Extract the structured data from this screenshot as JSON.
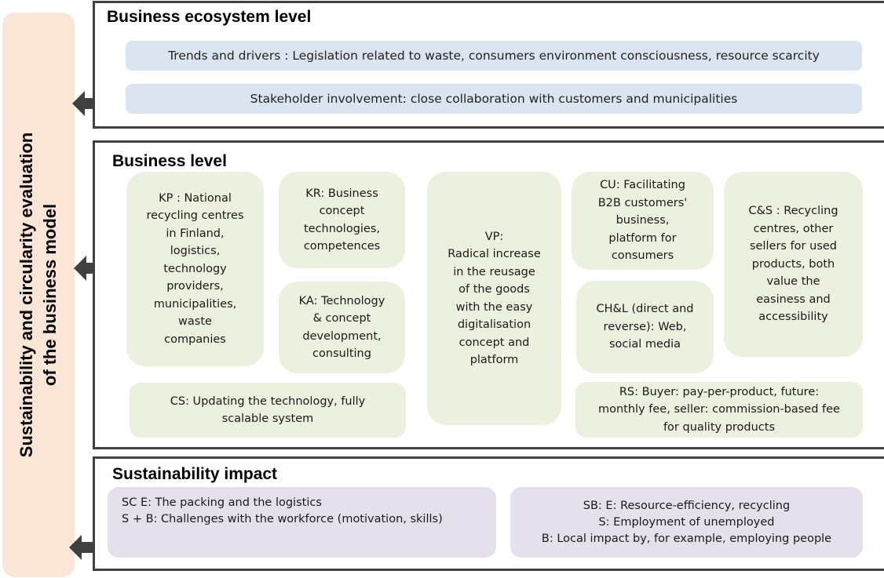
{
  "side_label": "Sustainability and circularity evaluation\nof the business model",
  "ecosystem": {
    "title": "Business ecosystem level",
    "trends": "Trends and drivers : Legislation related to waste, consumers environment consciousness, resource scarcity",
    "stakeholder": "Stakeholder involvement: close collaboration with customers and municipalities"
  },
  "business": {
    "title": "Business level",
    "kp": "KP : National\nrecycling centres\nin Finland,\nlogistics,\ntechnology\nproviders,\nmunicipalities,\nwaste\ncompanies",
    "kr": "KR: Business\nconcept\ntechnologies,\ncompetences",
    "ka": "KA: Technology\n& concept\ndevelopment,\nconsulting",
    "vp": "VP:\nRadical increase\nin the reusage\nof the goods\nwith the easy\ndigitalisation\nconcept and\nplatform",
    "cu": "CU: Facilitating\nB2B customers'\nbusiness,\nplatform for\nconsumers",
    "chl": "CH&L (direct and\nreverse): Web,\nsocial media",
    "cs_seg": "C&S : Recycling\ncentres, other\nsellers for used\nproducts, both\nvalue  the\neasiness and\naccessibility",
    "cost": "CS: Updating the technology, fully\nscalable system",
    "rs": "RS: Buyer: pay-per-product, future:\nmonthly fee, seller: commission-based fee\nfor quality products"
  },
  "impact": {
    "title": "Sustainability impact",
    "sc": "SC  E:  The packing and the logistics\nS + B: Challenges  with the  workforce (motivation, skills)",
    "sb": "SB: E: Resource-efficiency, recycling\nS: Employment of unemployed\nB: Local impact by, for example, employing people"
  },
  "colors": {
    "panel_border": "#404040",
    "side_fill": "#fbe5d6",
    "blue_fill": "#dbe5f1",
    "green_fill": "#ebf1de",
    "purple_fill": "#e5e0ec",
    "arrow": "#404040"
  }
}
